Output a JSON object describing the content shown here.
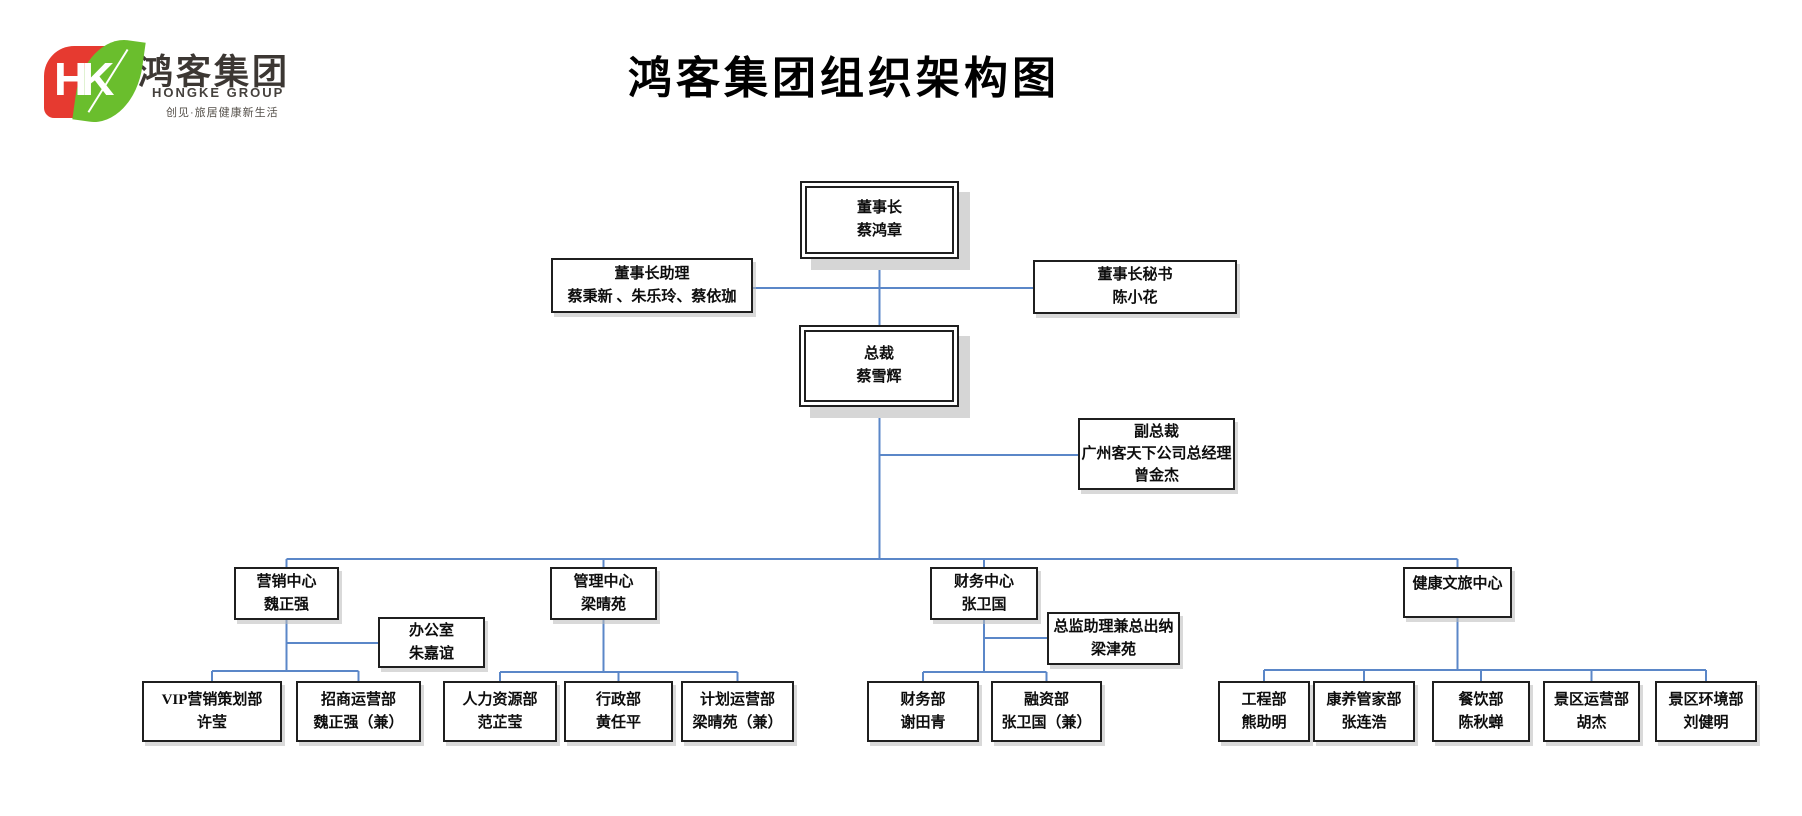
{
  "page": {
    "title": "鸿客集团组织架构图"
  },
  "logo": {
    "monogram": "HK",
    "name_cn": "鸿客集团",
    "name_en": "HONGKE GROUP",
    "tagline": "创见·旅居健康新生活",
    "colors": {
      "red": "#e63a30",
      "green": "#6abe2d",
      "connector_blue": "#5b87c8"
    }
  },
  "chart": {
    "nodes": {
      "chairman": {
        "title": "董事长",
        "name": "蔡鸿章"
      },
      "chairman_assistant": {
        "title": "董事长助理",
        "name": "蔡秉新 、朱乐玲、蔡依珈"
      },
      "chairman_secretary": {
        "title": "董事长秘书",
        "name": "陈小花"
      },
      "president": {
        "title": "总裁",
        "name": "蔡雪辉"
      },
      "vice_president": {
        "title": "副总裁",
        "subtitle": "广州客天下公司总经理",
        "name": "曾金杰"
      },
      "marketing_center": {
        "title": "营销中心",
        "name": "魏正强"
      },
      "office": {
        "title": "办公室",
        "name": "朱嘉谊"
      },
      "management_center": {
        "title": "管理中心",
        "name": "梁晴苑"
      },
      "finance_center": {
        "title": "财务中心",
        "name": "张卫国"
      },
      "chief_cashier": {
        "title": "总监助理兼总出纳",
        "name": "梁津苑"
      },
      "health_tourism_center": {
        "title": "健康文旅中心",
        "name": ""
      },
      "vip_marketing": {
        "title": "VIP营销策划部",
        "name": "许莹"
      },
      "investment_ops": {
        "title": "招商运营部",
        "name": "魏正强（兼）"
      },
      "hr": {
        "title": "人力资源部",
        "name": "范芷莹"
      },
      "admin": {
        "title": "行政部",
        "name": "黄任平"
      },
      "planning_ops": {
        "title": "计划运营部",
        "name": "梁晴苑（兼）"
      },
      "finance_dept": {
        "title": "财务部",
        "name": "谢田青"
      },
      "financing_dept": {
        "title": "融资部",
        "name": "张卫国（兼）"
      },
      "engineering": {
        "title": "工程部",
        "name": "熊助明"
      },
      "wellness_butler": {
        "title": "康养管家部",
        "name": "张连浩"
      },
      "catering": {
        "title": "餐饮部",
        "name": "陈秋蝉"
      },
      "scenic_ops": {
        "title": "景区运营部",
        "name": "胡杰"
      },
      "scenic_env": {
        "title": "景区环境部",
        "name": "刘健明"
      }
    },
    "edges": [
      {
        "from": "chairman",
        "to": "chairman_assistant"
      },
      {
        "from": "chairman",
        "to": "chairman_secretary"
      },
      {
        "from": "chairman",
        "to": "president"
      },
      {
        "from": "president",
        "to": "vice_president"
      },
      {
        "from": "president",
        "to": "marketing_center"
      },
      {
        "from": "president",
        "to": "management_center"
      },
      {
        "from": "president",
        "to": "finance_center"
      },
      {
        "from": "president",
        "to": "health_tourism_center"
      },
      {
        "from": "marketing_center",
        "to": "office"
      },
      {
        "from": "marketing_center",
        "to": "vip_marketing"
      },
      {
        "from": "marketing_center",
        "to": "investment_ops"
      },
      {
        "from": "management_center",
        "to": "hr"
      },
      {
        "from": "management_center",
        "to": "admin"
      },
      {
        "from": "management_center",
        "to": "planning_ops"
      },
      {
        "from": "finance_center",
        "to": "chief_cashier"
      },
      {
        "from": "finance_center",
        "to": "finance_dept"
      },
      {
        "from": "finance_center",
        "to": "financing_dept"
      },
      {
        "from": "health_tourism_center",
        "to": "engineering"
      },
      {
        "from": "health_tourism_center",
        "to": "wellness_butler"
      },
      {
        "from": "health_tourism_center",
        "to": "catering"
      },
      {
        "from": "health_tourism_center",
        "to": "scenic_ops"
      },
      {
        "from": "health_tourism_center",
        "to": "scenic_env"
      }
    ]
  }
}
